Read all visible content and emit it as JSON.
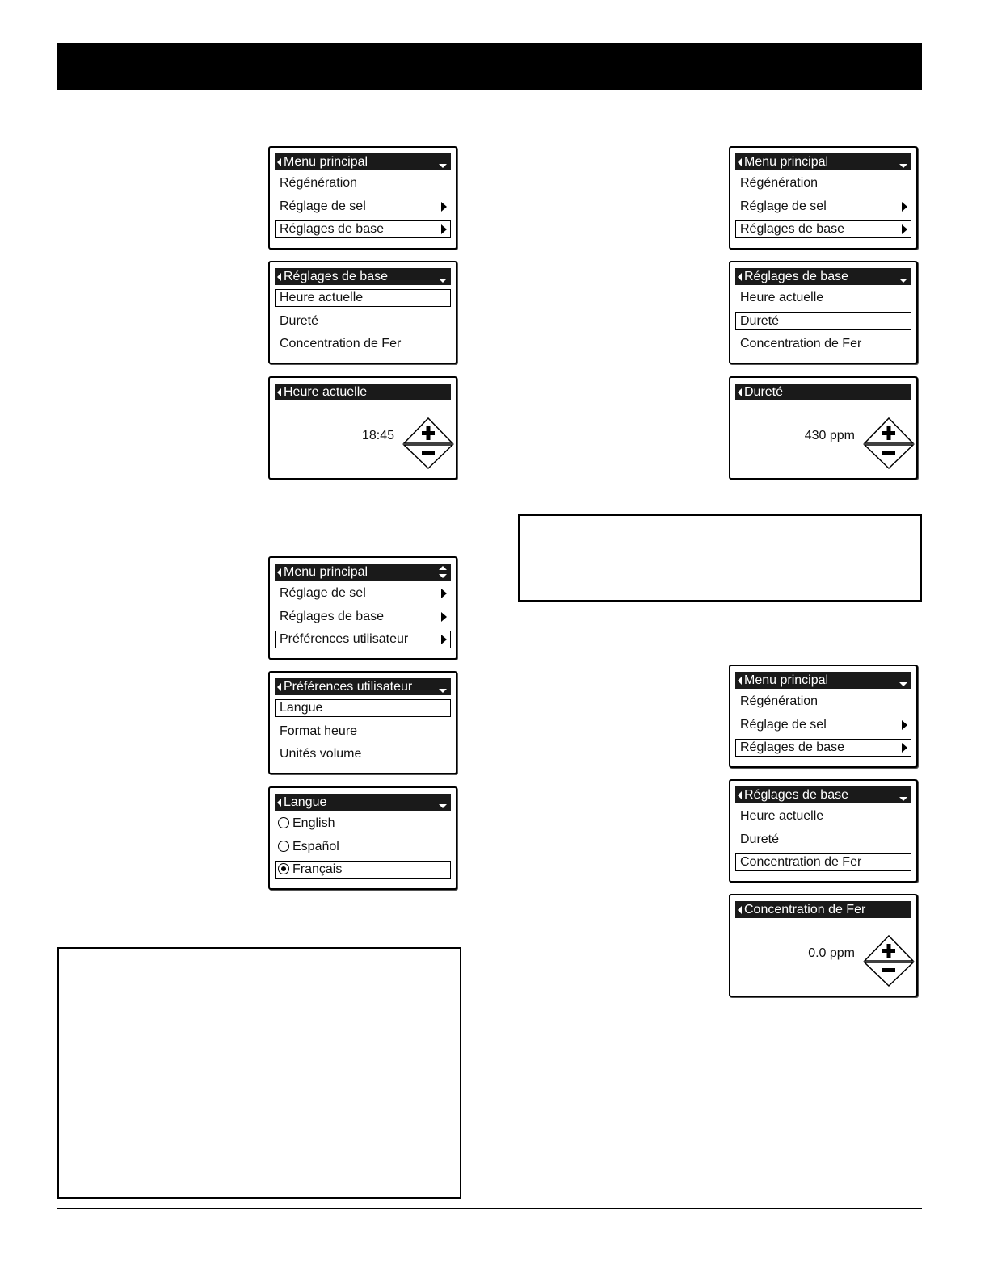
{
  "screens": {
    "s1": {
      "title": "Menu principal",
      "items": [
        "Régénération",
        "Réglage de sel",
        "Réglages de base"
      ]
    },
    "s2": {
      "title": "Réglages de base",
      "items": [
        "Heure actuelle",
        "Dureté",
        "Concentration de Fer"
      ]
    },
    "s3": {
      "title": "Heure actuelle",
      "value": "18:45"
    },
    "s4": {
      "title": "Menu principal",
      "items": [
        "Réglage de sel",
        "Réglages de base",
        "Préférences utilisateur"
      ]
    },
    "s5": {
      "title": "Préférences utilisateur",
      "items": [
        "Langue",
        "Format heure",
        "Unités volume"
      ]
    },
    "s6": {
      "title": "Langue",
      "items": [
        "English",
        "Español",
        "Français"
      ],
      "selected": "Français"
    },
    "s7": {
      "title": "Menu principal",
      "items": [
        "Régénération",
        "Réglage de sel",
        "Réglages de base"
      ]
    },
    "s8": {
      "title": "Réglages de base",
      "items": [
        "Heure actuelle",
        "Dureté",
        "Concentration de Fer"
      ]
    },
    "s9": {
      "title": "Dureté",
      "value": "430 ppm"
    },
    "s10": {
      "title": "Menu principal",
      "items": [
        "Régénération",
        "Réglage de sel",
        "Réglages de base"
      ]
    },
    "s11": {
      "title": "Réglages de base",
      "items": [
        "Heure actuelle",
        "Dureté",
        "Concentration de Fer"
      ]
    },
    "s12": {
      "title": "Concentration de Fer",
      "value": "0.0 ppm"
    }
  },
  "icons": {
    "back": "back-arrow-icon",
    "scroll": "scroll-down-icon",
    "submenu": "submenu-arrow-icon",
    "adjust": "plus-minus-icon"
  }
}
